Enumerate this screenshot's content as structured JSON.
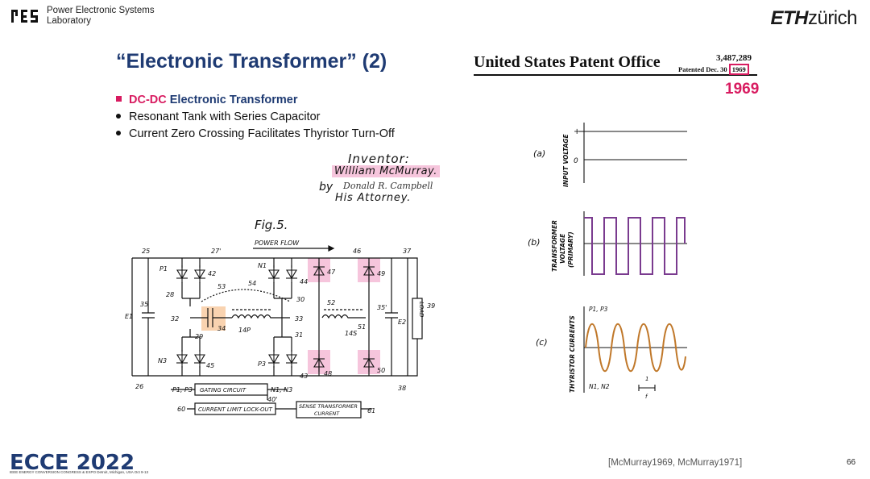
{
  "header": {
    "lab_name_line1": "Power Electronic Systems",
    "lab_name_line2": "Laboratory",
    "eth_bold": "ETH",
    "eth_rest": "zürich"
  },
  "slide": {
    "title": "“Electronic Transformer” (2)",
    "bullet_main_highlight": "DC-DC",
    "bullet_main_rest": " Electronic Transformer",
    "bullets": [
      "Resonant Tank with Series Capacitor",
      "Current Zero Crossing Facilitates Thyristor Turn-Off"
    ]
  },
  "patent": {
    "office": "United States Patent Office",
    "number": "3,487,289",
    "patented_prefix": "Patented Dec. 30",
    "year": "1969",
    "year_callout": "1969"
  },
  "inventor": {
    "label": "Inventor:",
    "name": "William McMurray.",
    "by": "by",
    "signature": "Donald R. Campbell",
    "attorney": "His Attorney."
  },
  "circuit": {
    "fig_label": "Fig.5.",
    "power_flow": "POWER FLOW",
    "gating_circuit": "GATING CIRCUIT",
    "current_limit": "CURRENT LIMIT LOCK-OUT",
    "sense_line1": "SENSE TRANSFORMER",
    "sense_line2": "CURRENT",
    "load_label": "LOAD",
    "labels": {
      "n25": "25",
      "n27": "27'",
      "n46": "46",
      "n37": "37",
      "n39": "39",
      "n35": "35",
      "n35p": "35'",
      "e1": "E1",
      "e2": "E2",
      "n28": "28",
      "n32": "32",
      "n29": "29",
      "n53": "53",
      "n54": "54",
      "n34": "34",
      "n14p": "14P",
      "n30": "30",
      "n33": "33",
      "n31": "31",
      "n52": "52",
      "n51": "51",
      "n14s": "14S",
      "n42": "42",
      "n44": "44",
      "n45": "45",
      "n43": "43",
      "n47": "47",
      "n49": "49",
      "n48": "48",
      "n50": "50",
      "n26": "26",
      "n38": "38",
      "n40": "40'",
      "n60": "60",
      "n61": "61",
      "p1": "P1",
      "n1": "N1",
      "n3": "N3",
      "p3": "P3",
      "p1p3": "P1, P3",
      "n1n3": "N1, N3"
    }
  },
  "waveforms": {
    "a_label": "(a)",
    "b_label": "(b)",
    "c_label": "(c)",
    "input_voltage": "INPUT VOLTAGE",
    "transformer_voltage_l1": "TRANSFORMER",
    "transformer_voltage_l2": "VOLTAGE",
    "transformer_voltage_l3": "(PRIMARY)",
    "thyristor_currents": "THYRISTOR CURRENTS",
    "plus": "+",
    "zero": "0",
    "p1p3": "P1, P3",
    "n1n2": "N1, N2",
    "freq_num": "1",
    "freq_den": "f",
    "trace_b_color": "#7a3b8f",
    "trace_c_color": "#c0782a"
  },
  "footer": {
    "ecce_text": "ECCE 2022",
    "ecce_sub": "IEEE ENERGY CONVERSION CONGRESS & EXPO  Detroit, Michigan, USA  Oct 9-13",
    "references": "[McMurray1969, McMurray1971]",
    "page": "66"
  },
  "colors": {
    "title_blue": "#1f3b73",
    "accent_pink": "#d81b60",
    "highlight_pink": "#f6c5dc",
    "highlight_orange": "#f9d3b0"
  }
}
